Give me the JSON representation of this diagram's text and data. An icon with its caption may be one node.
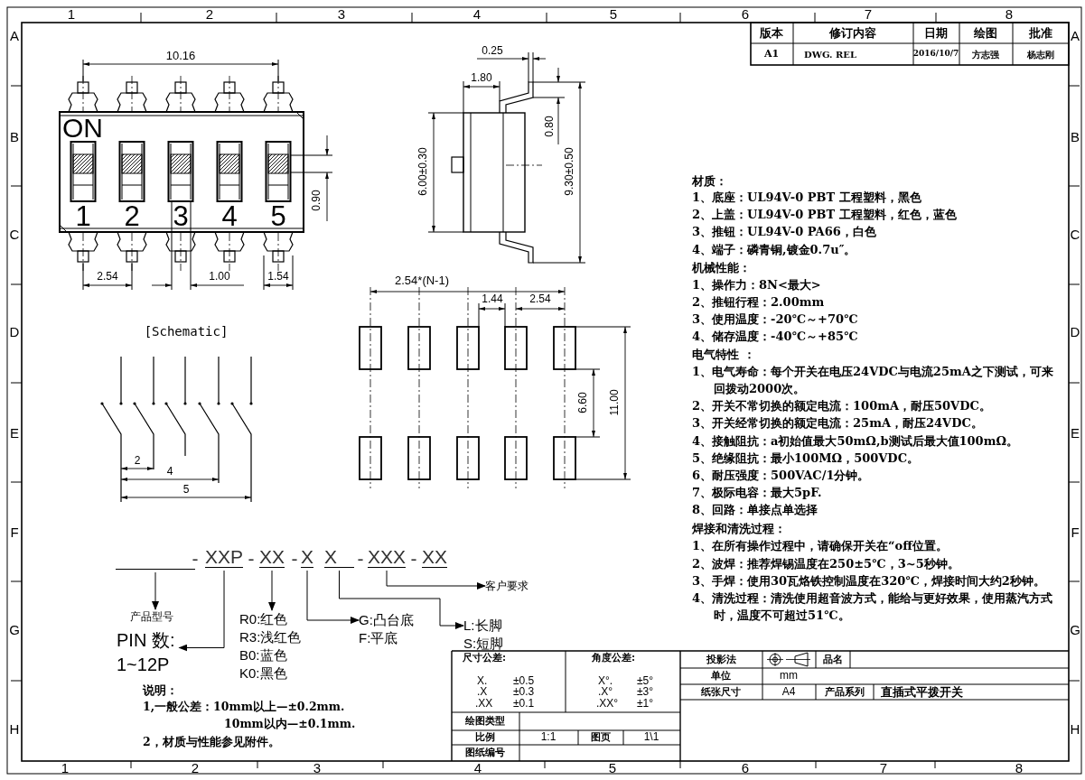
{
  "diagram": {
    "nodes": [
      {
        "text": [],
        "shape": "bar"
      },
      {
        "text": [
          "XXP"
        ]
      },
      {
        "text": [
          "XX"
        ]
      },
      {
        "text": [
          "X"
        ]
      },
      {
        "text": [
          "X"
        ]
      },
      {
        "text": [
          "XXX"
        ]
      },
      {
        "text": [
          "XX"
        ]
      },
      {
        "text": [
          "产品型号"
        ]
      },
      {
        "text": [
          "PIN 数:",
          "1~12P"
        ]
      },
      {
        "text": [
          "R0:红色",
          "R3:浅红色",
          "B0:蓝色",
          "K0:黑色"
        ]
      },
      {
        "text": [
          "G:凸台底",
          "F:平底"
        ]
      },
      {
        "text": [
          "L:长脚",
          "S:短脚"
        ]
      },
      {
        "text": [
          "客户要求"
        ]
      }
    ],
    "edges": [
      {
        "from": 0,
        "to": 7,
        "arrow": "to"
      },
      {
        "from": 1,
        "to": 8,
        "arrow": "to"
      },
      {
        "from": 2,
        "to": 9,
        "arrow": "to"
      },
      {
        "from": 3,
        "to": 10,
        "arrow": "to"
      },
      {
        "from": 4,
        "to": 11,
        "arrow": "to"
      },
      {
        "from": 5,
        "to": 12,
        "arrow": "to"
      }
    ],
    "labels": [
      "1",
      "2",
      "3",
      "4",
      "5",
      "6",
      "7",
      "8",
      "A",
      "B",
      "C",
      "D",
      "E",
      "F",
      "G",
      "H",
      "A",
      "B",
      "C",
      "D",
      "E",
      "F",
      "G",
      "H",
      "1",
      "2",
      "3",
      "4",
      "5",
      "6",
      "7",
      "8",
      "版本",
      "修订内容",
      "日期",
      "绘图",
      "批准",
      "10.16",
      "A1",
      "DWG. REL",
      "2016/10/7",
      "方志强",
      "杨志刚",
      "ON",
      "1",
      "2",
      "3",
      "4",
      "5",
      "0.90",
      "2.54",
      "1.00",
      "1.54",
      "0.25",
      "1.80",
      "6.00±0.30",
      "0.80",
      "9.30±0.50",
      "2.54*(N-1)",
      "1.44",
      "2.54",
      "6.60",
      "11.00",
      "[Schematic]",
      "2",
      "4",
      "5",
      "材质：",
      "1、底座：UL94V-0 PBT 工程塑料，黑色",
      "2、上盖：UL94V-0 PBT 工程塑料，红色，蓝色",
      "3、推钮：UL94V-0 PA66，白色",
      "4、端子：磷青铜,镀金0.7u″。",
      "机械性能：",
      "1、操作力：8N<最大>",
      "2、推钮行程：2.00mm",
      "3、使用温度：-20℃～+70℃",
      "4、储存温度：-40℃～+85℃",
      "电气特性 ：",
      "1、电气寿命：每个开关在电压24VDC与电流25mA之下测试，可来回拨动2000次。",
      "2、开关不常切换的额定电流：100mA，耐压50VDC。",
      "3、开关经常切换的额定电流：25mA，耐压24VDC。",
      "4、接触阻抗：a初始值最大50mΩ,b测试后最大值100mΩ。",
      "5、绝缘阻抗：最小100MΩ，500VDC。",
      "6、耐压强度：500VAC/1分钟。",
      "7、极际电容：最大5pF.",
      "8、回路：单接点单选择",
      "焊接和清洗过程：",
      "1、在所有操作过程中，请确保开关在“off位置。",
      "2、波焊：推荐焊锡温度在250±5℃，3~5秒钟。",
      "3、手焊：使用30瓦烙铁控制温度在320℃，焊接时间大约2秒钟。",
      "4、清洗过程：清洗使用超音波方式，能给与更好效果，使用蒸汽方式时，温度不可超过51℃。",
      "-",
      "-",
      "-",
      "-",
      "-",
      "说明：",
      "1,一般公差：10mm以上—±0.2mm.",
      "10mm以内—±0.1mm.",
      "2，材质与性能参见附件。",
      "尺寸公差:",
      "X.",
      "±0.5",
      ".X",
      "±0.3",
      ".XX",
      "±0.1",
      "角度公差:",
      "X°.",
      "±5°",
      ".X°",
      "±3°",
      ".XX°",
      "±1°",
      "投影法",
      "品名",
      "单位",
      "mm",
      "纸张尺寸",
      "A4",
      "产品系列",
      "直插式平拨开关",
      "绘图类型",
      "比例",
      "1:1",
      "图页",
      "1\\1",
      "图纸编号"
    ]
  }
}
